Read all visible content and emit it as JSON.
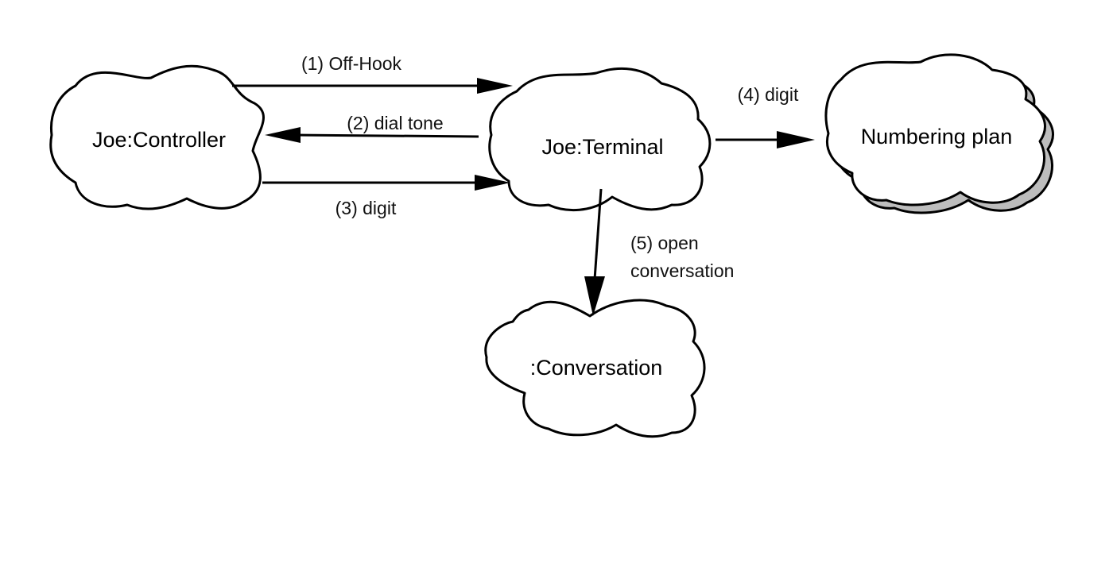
{
  "diagram": {
    "nodes": {
      "controller": {
        "label": "Joe:Controller"
      },
      "terminal": {
        "label": "Joe:Terminal"
      },
      "numbering_plan": {
        "label": "Numbering plan",
        "stacked": true
      },
      "conversation": {
        "label": ":Conversation"
      }
    },
    "edges": [
      {
        "label": "(1) Off-Hook",
        "from": "controller",
        "to": "terminal"
      },
      {
        "label": "(2) dial tone",
        "from": "terminal",
        "to": "controller"
      },
      {
        "label": "(3) digit",
        "from": "controller",
        "to": "terminal"
      },
      {
        "label": "(4) digit",
        "from": "terminal",
        "to": "numbering_plan"
      },
      {
        "label_line1": "(5) open",
        "label_line2": "conversation",
        "from": "terminal",
        "to": "conversation"
      }
    ]
  }
}
